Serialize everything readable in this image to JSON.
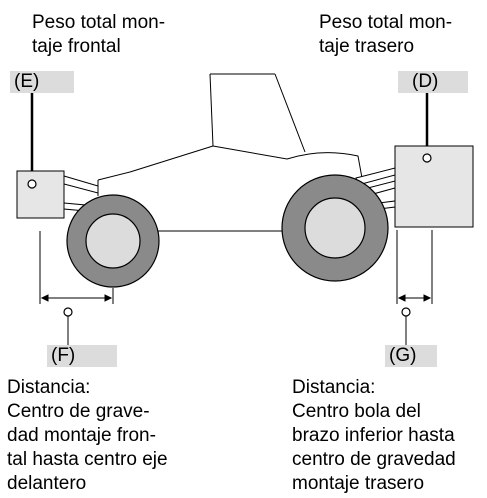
{
  "front_weight": {
    "line1": "Peso total mon-",
    "line2": "taje frontal"
  },
  "rear_weight": {
    "line1": "Peso total mon-",
    "line2": "taje trasero"
  },
  "labels": {
    "E": "(E)",
    "D": "(D)",
    "F": "(F)",
    "G": "(G)"
  },
  "distance_f": {
    "line1": "Distancia:",
    "line2": "Centro de grave-",
    "line3": "dad montaje fron-",
    "line4": "tal hasta centro eje",
    "line5": "delantero"
  },
  "distance_g": {
    "line1": "Distancia:",
    "line2": "Centro bola del",
    "line3": "brazo inferior hasta",
    "line4": "centro de gravedad",
    "line5": "montaje trasero"
  },
  "colors": {
    "tire": "#8a8a8a",
    "hub": "#dcdcdc",
    "front_weight_fill": "#e6e6e6",
    "rear_weight_fill": "#e6e6e6",
    "label_bg": "#dcdcdc",
    "line": "#000000"
  }
}
